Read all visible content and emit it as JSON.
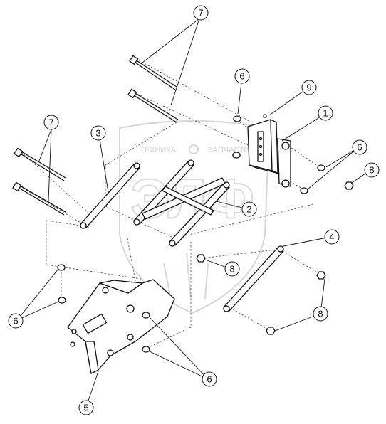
{
  "watermark": {
    "line1_left": "ТЕХНИКА",
    "line1_right": "ЗАПЧАСТИ",
    "logo_letters": "ЭЛФ"
  },
  "callouts": [
    {
      "id": "c1",
      "label": "1"
    },
    {
      "id": "c2",
      "label": "2"
    },
    {
      "id": "c3",
      "label": "3"
    },
    {
      "id": "c4",
      "label": "4"
    },
    {
      "id": "c5",
      "label": "5"
    },
    {
      "id": "c6a",
      "label": "6"
    },
    {
      "id": "c6b",
      "label": "6"
    },
    {
      "id": "c6c",
      "label": "6"
    },
    {
      "id": "c6d",
      "label": "6"
    },
    {
      "id": "c7a",
      "label": "7"
    },
    {
      "id": "c7b",
      "label": "7"
    },
    {
      "id": "c8a",
      "label": "8"
    },
    {
      "id": "c8b",
      "label": "8"
    },
    {
      "id": "c8c",
      "label": "8"
    },
    {
      "id": "c9",
      "label": "9"
    }
  ],
  "colors": {
    "line": "#111111",
    "watermark": "#d6d6d6"
  }
}
